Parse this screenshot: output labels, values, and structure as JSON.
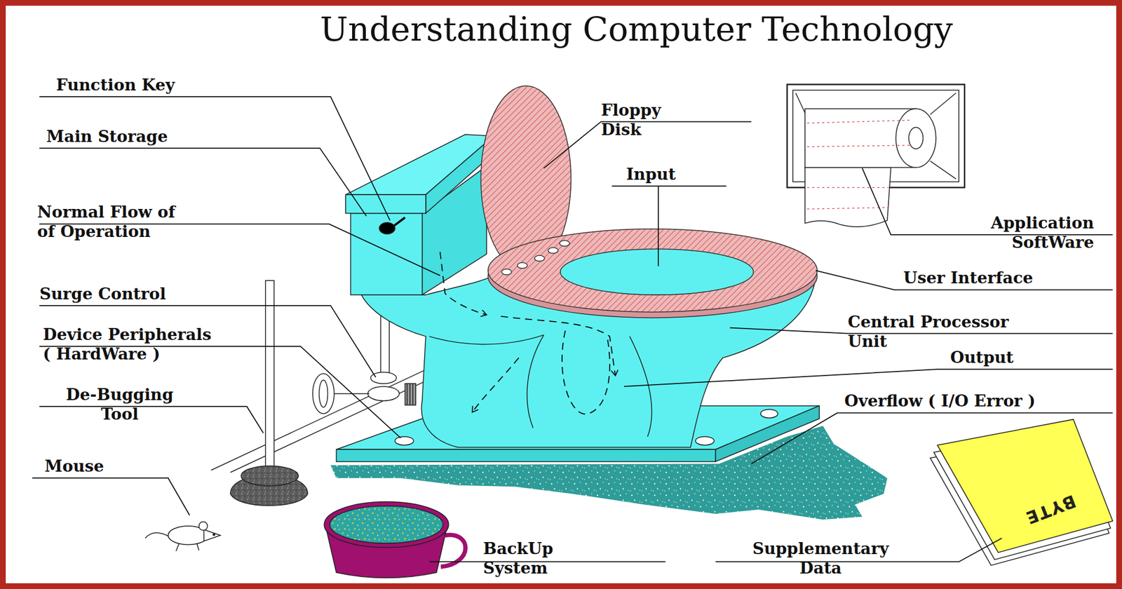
{
  "diagram": {
    "title": "Understanding Computer Technology",
    "labels": [
      "Function Key",
      "Main Storage",
      "Normal Flow of of Operation",
      "Surge Control",
      "Device Peripherals ( HardWare )",
      "De-Bugging Tool",
      "Mouse",
      "Floppy Disk",
      "Input",
      "Application SoftWare",
      "User Interface",
      "Central Processor Unit",
      "Output",
      "Overflow ( I/O Error )",
      "BackUp System",
      "Supplementary Data",
      "BYTE"
    ]
  }
}
